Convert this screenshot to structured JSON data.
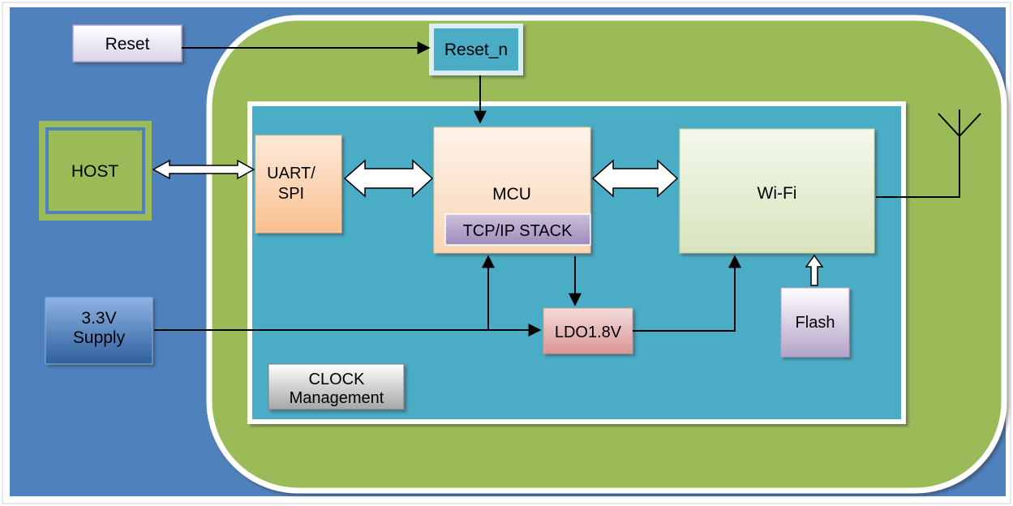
{
  "diagram": {
    "blocks": {
      "reset": "Reset",
      "reset_n": "Reset_n",
      "host": "HOST",
      "uart_spi_line1": "UART/",
      "uart_spi_line2": "SPI",
      "mcu": "MCU",
      "tcp_ip_stack": "TCP/IP STACK",
      "wifi": "Wi-Fi",
      "supply_line1": "3.3V",
      "supply_line2": "Supply",
      "ldo": "LDO1.8V",
      "flash": "Flash",
      "clock_line1": "CLOCK",
      "clock_line2": "Management"
    },
    "colors": {
      "background_blue": "#4f81bd",
      "module_green": "#9bbb59",
      "chip_teal": "#4bacc6",
      "uart_orange": "#fbd5b5",
      "wifi_green": "#ebf1de",
      "tcp_purple": "#b3a2c7",
      "ldo_red": "#d99694",
      "supply_blue": "#5b8fd0"
    }
  }
}
